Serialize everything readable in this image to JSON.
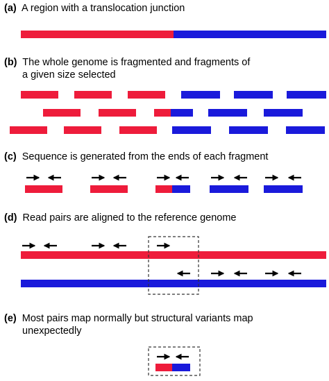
{
  "panels": {
    "a": {
      "label": "(a)",
      "text": "A region with a translocation junction"
    },
    "b": {
      "label": "(b)",
      "text": "The whole genome is fragmented and fragments of",
      "text2": "a given size selected"
    },
    "c": {
      "label": "(c)",
      "text": "Sequence is generated from the ends of each fragment"
    },
    "d": {
      "label": "(d)",
      "text": "Read pairs are aligned to the reference genome"
    },
    "e": {
      "label": "(e)",
      "text": "Most pairs map normally but structural variants map",
      "text2": "unexpectedly"
    }
  },
  "colors": {
    "chrA": "#ee1c3b",
    "chrB": "#1a1adb",
    "arrow": "#000000",
    "box": "#333333"
  },
  "icons": {
    "read_forward": "arrow-right-icon",
    "read_reverse": "arrow-left-icon"
  }
}
